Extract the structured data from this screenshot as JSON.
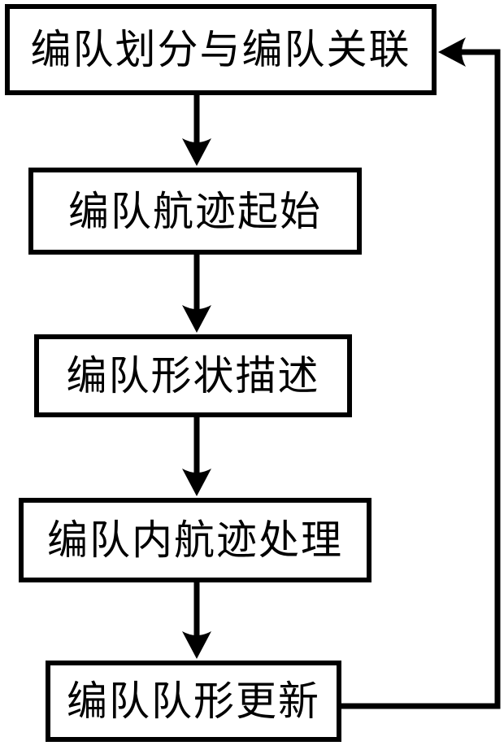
{
  "diagram": {
    "type": "flowchart",
    "background_color": "#ffffff",
    "stroke_color": "#000000",
    "boxes": [
      {
        "label": "编队划分与编队关联"
      },
      {
        "label": "编队航迹起始"
      },
      {
        "label": "编队形状描述"
      },
      {
        "label": "编队内航迹处理"
      },
      {
        "label": "编队队形更新"
      }
    ],
    "connections": [
      {
        "from": "编队划分与编队关联",
        "to": "编队航迹起始",
        "style": "straight-down-arrow"
      },
      {
        "from": "编队航迹起始",
        "to": "编队形状描述",
        "style": "straight-down-arrow"
      },
      {
        "from": "编队形状描述",
        "to": "编队内航迹处理",
        "style": "straight-down-arrow"
      },
      {
        "from": "编队内航迹处理",
        "to": "编队队形更新",
        "style": "straight-down-arrow"
      },
      {
        "from": "编队队形更新",
        "to": "编队划分与编队关联",
        "style": "right-side-feedback-loop-arrow"
      }
    ]
  }
}
